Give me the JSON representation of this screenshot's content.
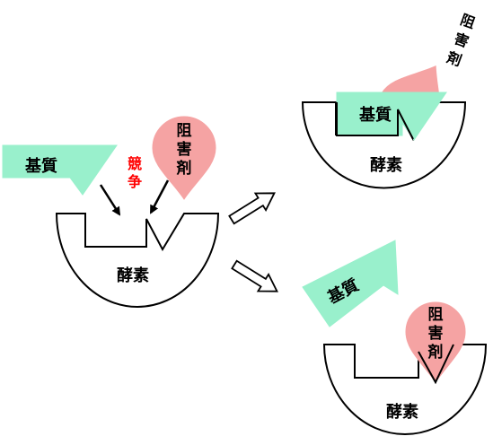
{
  "labels": {
    "substrate": "基質",
    "enzyme": "酵素",
    "inhibitor": [
      "阻",
      "害",
      "剤"
    ],
    "competition": [
      "競",
      "争"
    ]
  },
  "colors": {
    "substrate_fill": "#99f0cc",
    "inhibitor_fill": "#f5a3a3",
    "competition_text": "#ff0000",
    "outline": "#000000"
  }
}
